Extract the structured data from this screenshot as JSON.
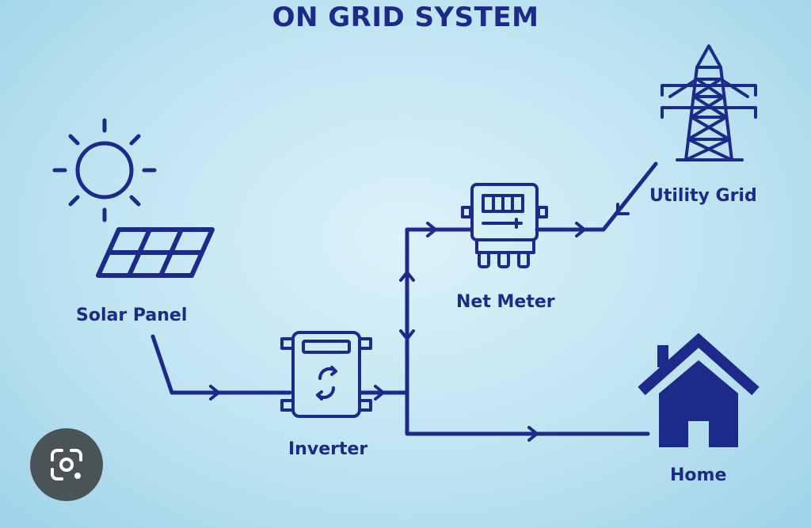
{
  "title": "ON GRID SYSTEM",
  "labels": {
    "solar_panel": "Solar Panel",
    "inverter": "Inverter",
    "net_meter": "Net Meter",
    "utility_grid": "Utility Grid",
    "home": "Home"
  },
  "colors": {
    "primary": "#1d2a8a",
    "background": "#cdebf5"
  },
  "icons": [
    "sun-icon",
    "solar-panel-icon",
    "inverter-icon",
    "net-meter-icon",
    "transmission-tower-icon",
    "house-icon",
    "camera-lens-icon"
  ]
}
